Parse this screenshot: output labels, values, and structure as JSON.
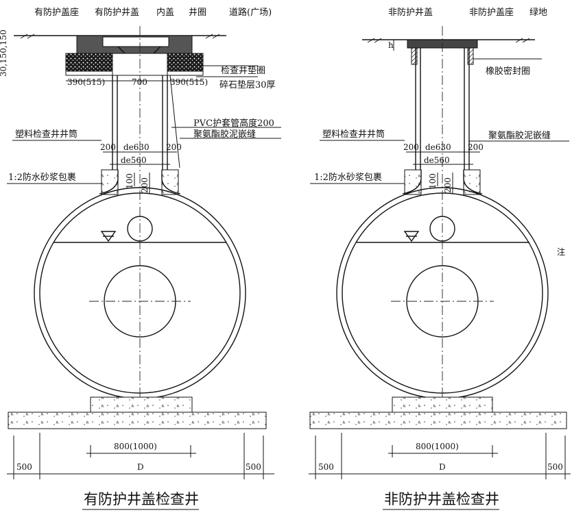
{
  "accent_colors": {
    "line": "#111111",
    "concrete": "#f2f2f2",
    "gravel": "#1a1a1a",
    "cover": "#444444"
  },
  "left": {
    "title": "有防护井盖检查井",
    "labels": {
      "cover_seat": "有防护盖座",
      "cover": "有防护井盖",
      "inner_cover": "内盖",
      "ring": "井圈",
      "road": "道路(广场)",
      "pad_ring": "检查井垫圈",
      "gravel": "碎石垫层30厚",
      "pvc_sleeve": "PVC护套管高度200",
      "pu_seal": "聚氨酯胶泥嵌缝",
      "pipe": "塑料检查井井筒",
      "mortar": "1:2防水砂浆包裹"
    },
    "dims": {
      "left_vert": "30,150,150",
      "w_left": "390(515)",
      "w_mid": "700",
      "w_right": "390(515)",
      "d_left": "200",
      "de1": "de630",
      "d_right": "200",
      "de2": "de560",
      "v1": "100",
      "v2": "200",
      "base_w": "800(1000)",
      "D": "D",
      "off_left": "500",
      "off_right": "500"
    }
  },
  "right": {
    "title": "非防护井盖检查井",
    "labels": {
      "cover": "非防护井盖",
      "cover_seat": "非防护盖座",
      "green": "绿地",
      "rubber": "橡胶密封圈",
      "pu_seal": "聚氨酯胶泥嵌缝",
      "pipe": "塑料检查井井筒",
      "mortar": "1:2防水砂浆包裹",
      "h": "h"
    },
    "dims": {
      "d_left": "200",
      "de1": "de630",
      "d_right": "200",
      "de2": "de560",
      "v1": "100",
      "v2": "200",
      "base_w": "800(1000)",
      "D": "D",
      "off_left": "500",
      "off_right": "500"
    }
  },
  "note": "注"
}
